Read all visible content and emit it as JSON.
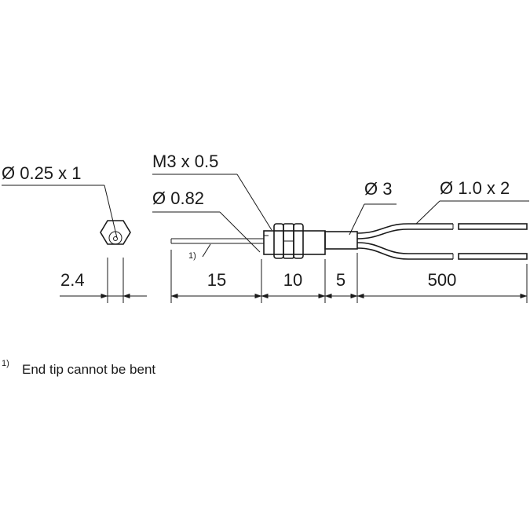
{
  "labels": {
    "fiber_core": "Ø 0.25 x 1",
    "thread": "M3 x 0.5",
    "sleeve_diameter": "Ø 0.82",
    "cable_diameter": "Ø 3",
    "fiber_diameter": "Ø 1.0 x 2"
  },
  "dimensions": {
    "hex_width": "2.4",
    "sleeve_length": "15",
    "thread_length": "10",
    "body_length": "5",
    "cable_length": "500"
  },
  "footnote": {
    "marker": "1)",
    "ref": "1)",
    "text": "End tip cannot be bent"
  },
  "colors": {
    "ink": "#1a1a1a",
    "background": "#ffffff"
  }
}
